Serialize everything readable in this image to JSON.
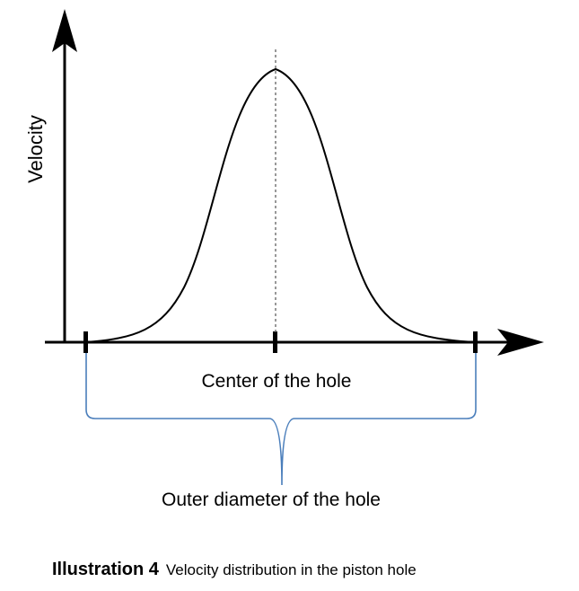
{
  "diagram": {
    "y_axis_label": "Velocity",
    "center_label": "Center of the hole",
    "diameter_label": "Outer diameter of the hole",
    "colors": {
      "axis": "#000000",
      "curve": "#000000",
      "center_line": "#555555",
      "brace": "#4a7ebb"
    }
  },
  "caption": {
    "label": "Illustration 4",
    "text": "Velocity distribution in the piston hole"
  }
}
